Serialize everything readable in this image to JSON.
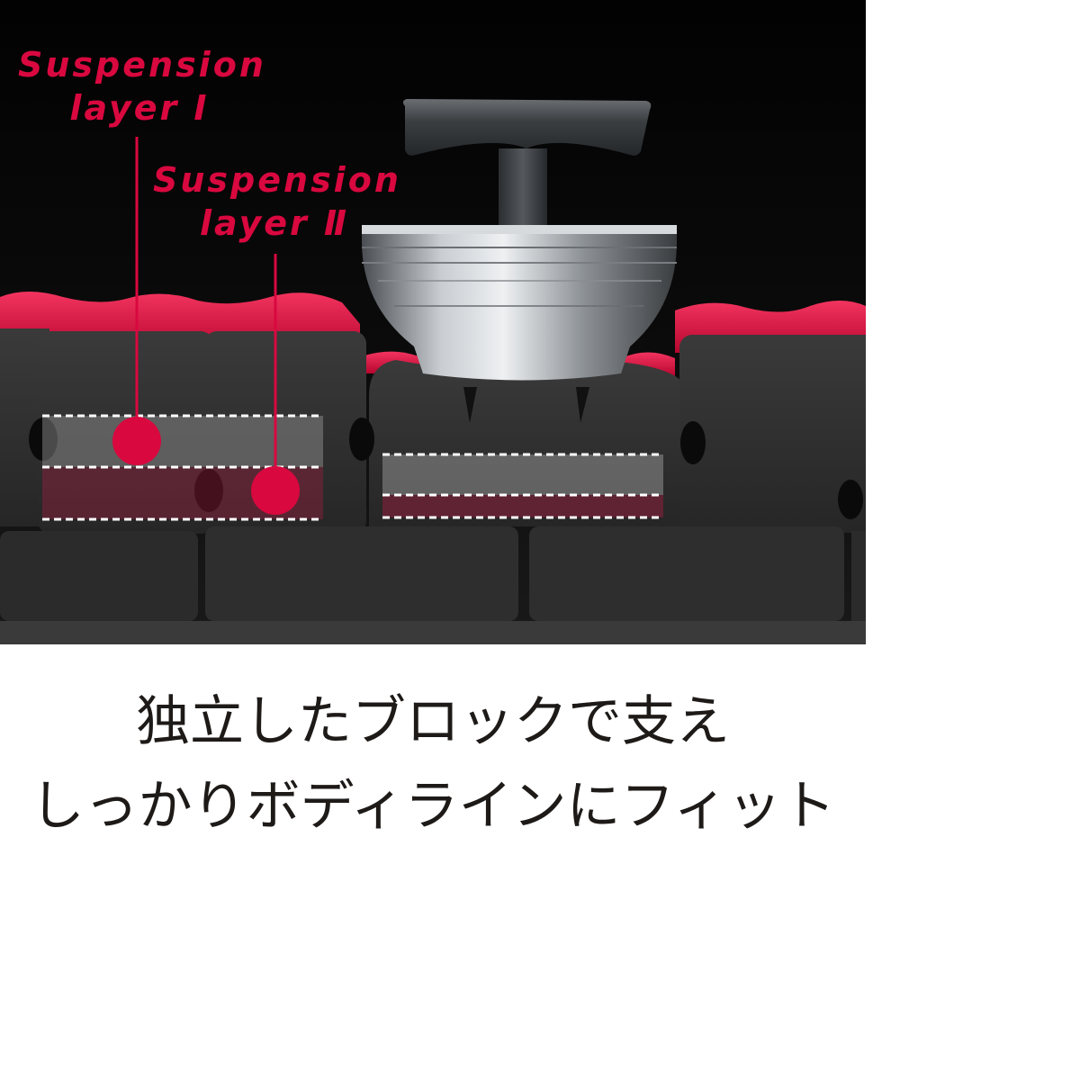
{
  "labels": {
    "layer_1": {
      "line1": "Suspension",
      "line2": "layer Ⅰ"
    },
    "layer_2": {
      "line1": "Suspension",
      "line2": "layer Ⅱ"
    }
  },
  "caption": {
    "line1": "独立したブロックで支え",
    "line2": "しっかりボディラインにフィット"
  },
  "colors": {
    "accent": "#d9083f",
    "foam": "#2e2e2e",
    "background": "#050505",
    "text": "#1d1a18"
  }
}
